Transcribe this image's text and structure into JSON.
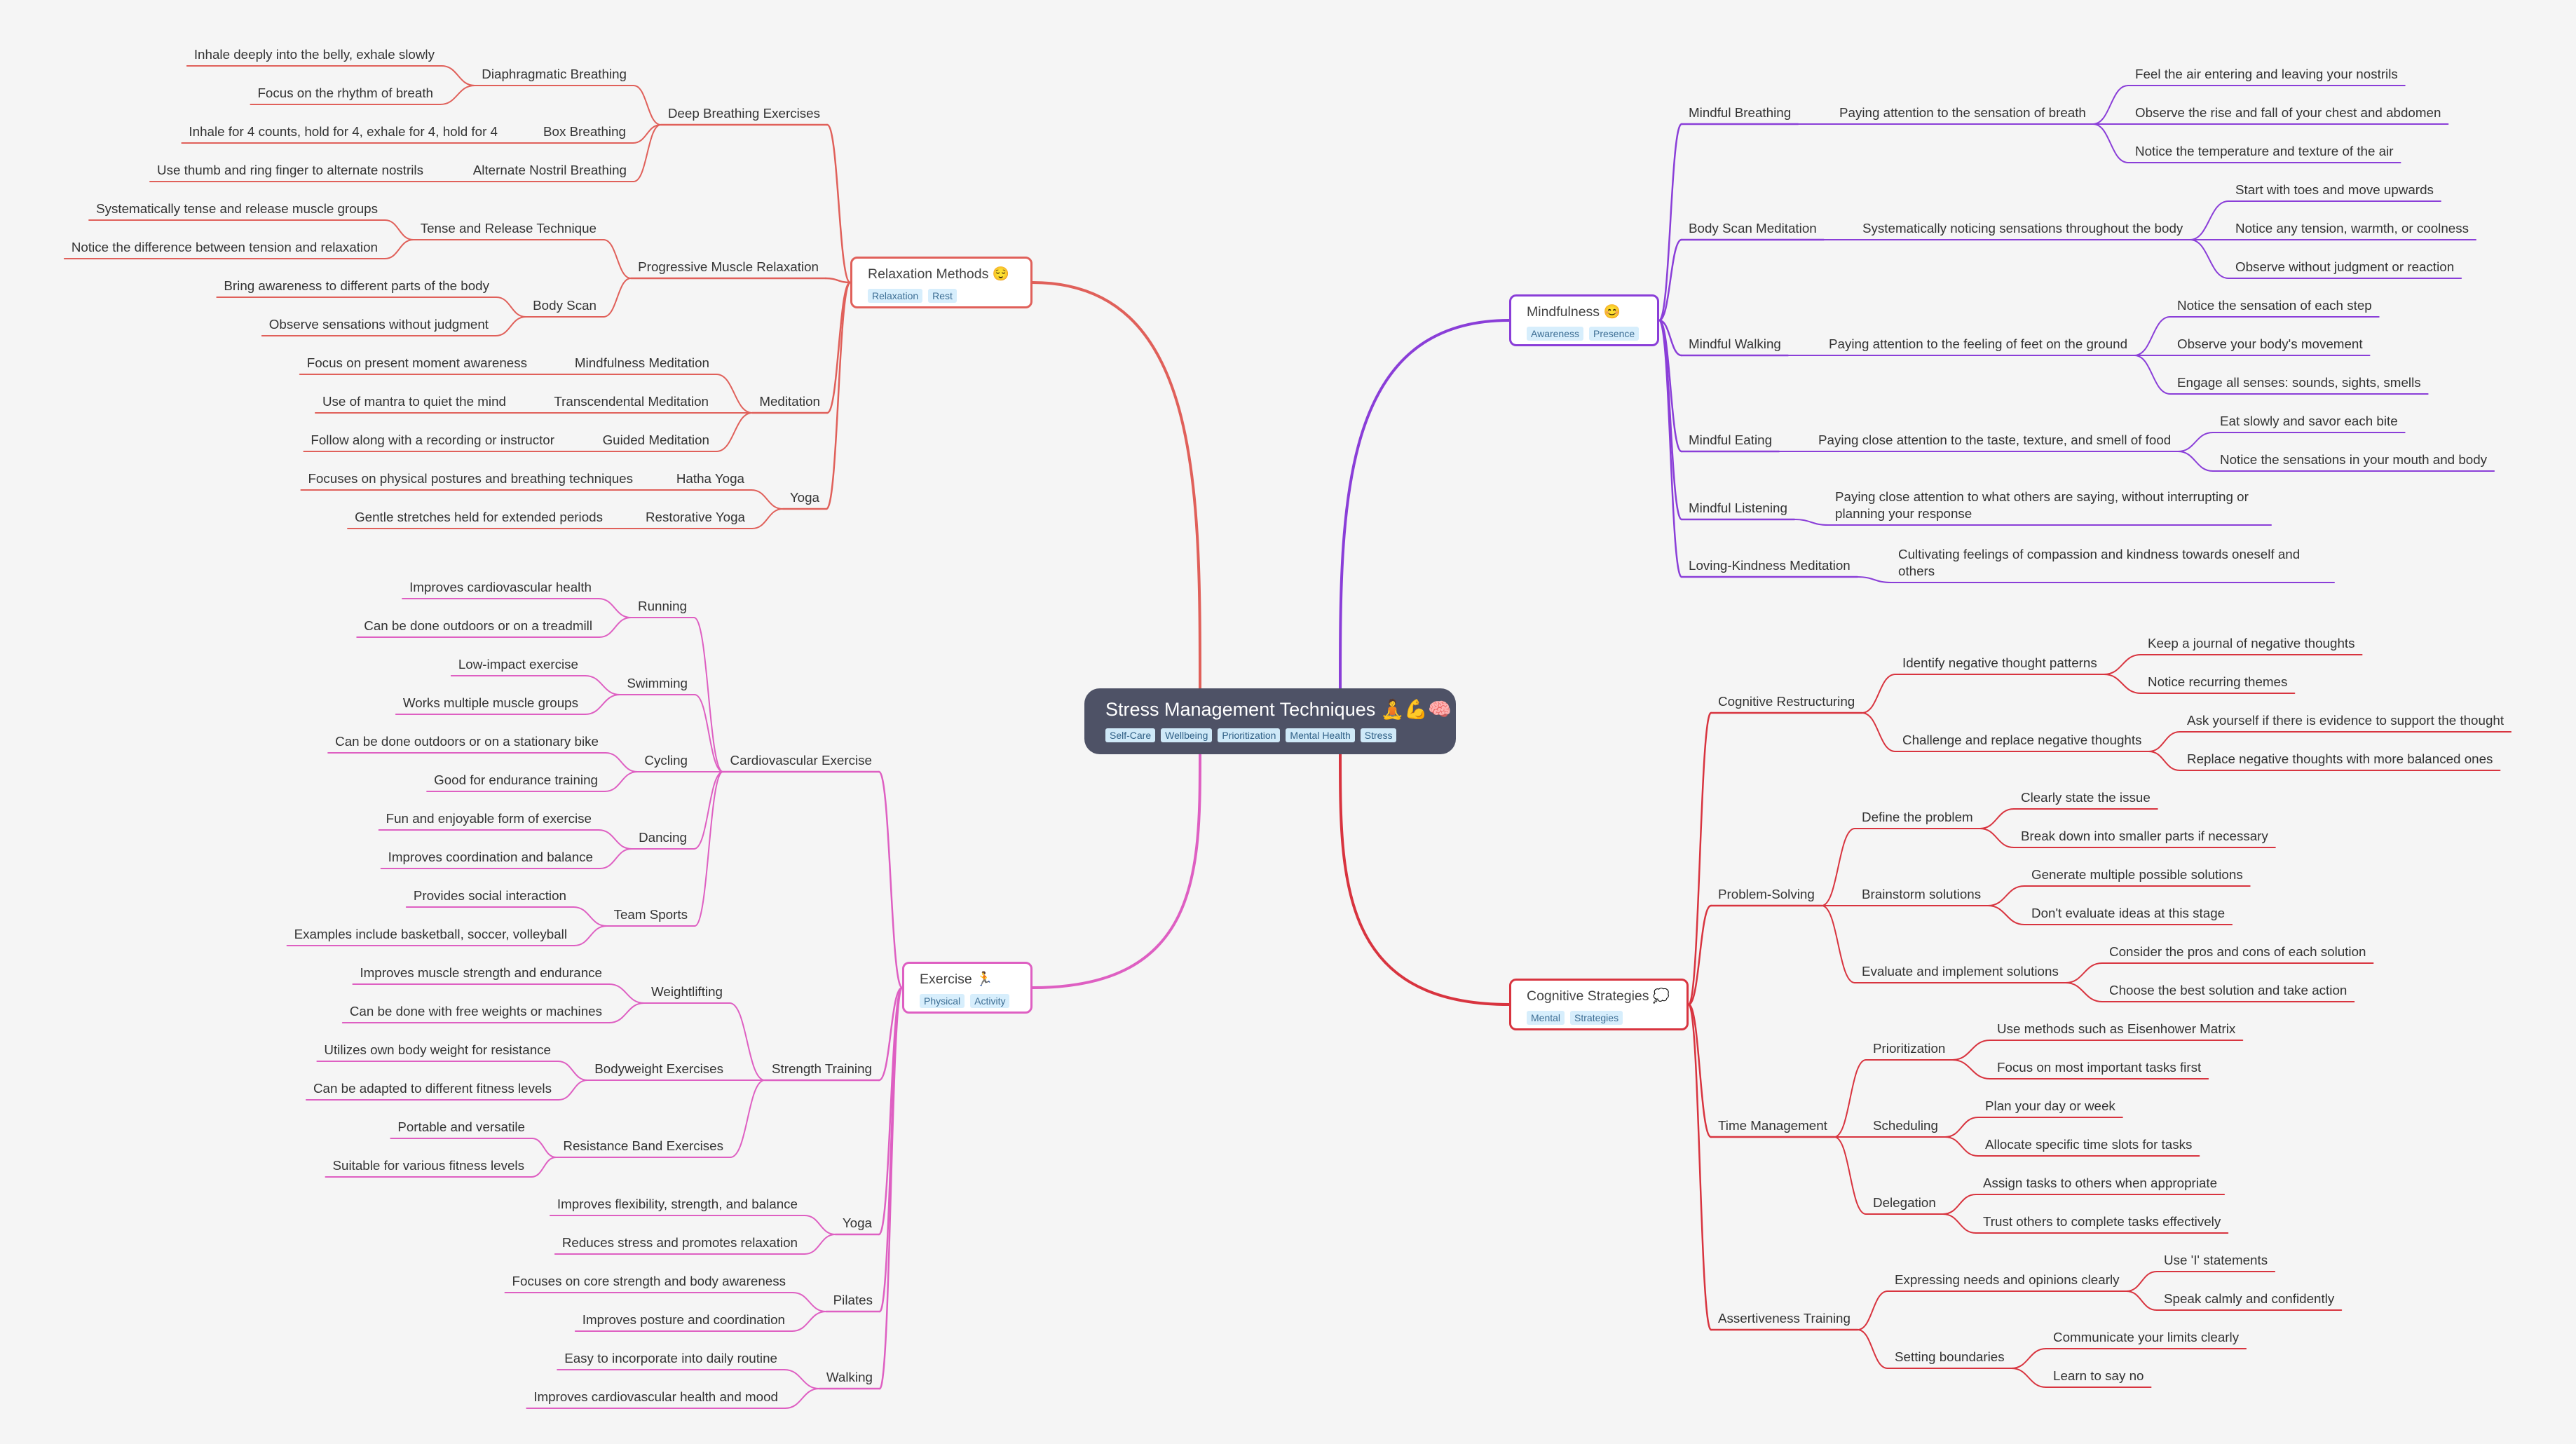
{
  "root": {
    "title": "Stress Management Techniques 🧘💪🧠",
    "tags": [
      "Self-Care",
      "Wellbeing",
      "Prioritization",
      "Mental Health",
      "Stress"
    ]
  },
  "branches": {
    "relaxation": {
      "title": "Relaxation Methods 😌",
      "tags": [
        "Relaxation",
        "Rest"
      ],
      "color": "#e0605a",
      "children": [
        {
          "label": "Deep Breathing Exercises",
          "children": [
            {
              "label": "Diaphragmatic Breathing",
              "children": [
                "Inhale deeply into the belly, exhale slowly",
                "Focus on the rhythm of breath"
              ]
            },
            {
              "label": "Box Breathing",
              "children": [
                "Inhale for 4 counts, hold for 4, exhale for 4, hold for 4"
              ]
            },
            {
              "label": "Alternate Nostril Breathing",
              "children": [
                "Use thumb and ring finger to alternate nostrils"
              ]
            }
          ]
        },
        {
          "label": "Progressive Muscle Relaxation",
          "children": [
            {
              "label": "Tense and Release Technique",
              "children": [
                "Systematically tense and release muscle groups",
                "Notice the difference between tension and relaxation"
              ]
            },
            {
              "label": "Body Scan",
              "children": [
                "Bring awareness to different parts of the body",
                "Observe sensations without judgment"
              ]
            }
          ]
        },
        {
          "label": "Meditation",
          "children": [
            {
              "label": "Mindfulness Meditation",
              "children": [
                "Focus on present moment awareness"
              ]
            },
            {
              "label": "Transcendental Meditation",
              "children": [
                "Use of mantra to quiet the mind"
              ]
            },
            {
              "label": "Guided Meditation",
              "children": [
                "Follow along with a recording or instructor"
              ]
            }
          ]
        },
        {
          "label": "Yoga",
          "children": [
            {
              "label": "Hatha Yoga",
              "children": [
                "Focuses on physical postures and breathing techniques"
              ]
            },
            {
              "label": "Restorative Yoga",
              "children": [
                "Gentle stretches held for extended periods"
              ]
            }
          ]
        }
      ]
    },
    "exercise": {
      "title": "Exercise 🏃",
      "tags": [
        "Physical",
        "Activity"
      ],
      "color": "#de5fc2",
      "children": [
        {
          "label": "Cardiovascular Exercise",
          "children": [
            {
              "label": "Running",
              "children": [
                "Improves cardiovascular health",
                "Can be done outdoors or on a treadmill"
              ]
            },
            {
              "label": "Swimming",
              "children": [
                "Low-impact exercise",
                "Works multiple muscle groups"
              ]
            },
            {
              "label": "Cycling",
              "children": [
                "Can be done outdoors or on a stationary bike",
                "Good for endurance training"
              ]
            },
            {
              "label": "Dancing",
              "children": [
                "Fun and enjoyable form of exercise",
                "Improves coordination and balance"
              ]
            },
            {
              "label": "Team Sports",
              "children": [
                "Provides social interaction",
                "Examples include basketball, soccer, volleyball"
              ]
            }
          ]
        },
        {
          "label": "Strength Training",
          "children": [
            {
              "label": "Weightlifting",
              "children": [
                "Improves muscle strength and endurance",
                "Can be done with free weights or machines"
              ]
            },
            {
              "label": "Bodyweight Exercises",
              "children": [
                "Utilizes own body weight for resistance",
                "Can be adapted to different fitness levels"
              ]
            },
            {
              "label": "Resistance Band Exercises",
              "children": [
                "Portable and versatile",
                "Suitable for various fitness levels"
              ]
            }
          ]
        },
        {
          "label": "Yoga",
          "children": [
            "Improves flexibility, strength, and balance",
            "Reduces stress and promotes relaxation"
          ]
        },
        {
          "label": "Pilates",
          "children": [
            "Focuses on core strength and body awareness",
            "Improves posture and coordination"
          ]
        },
        {
          "label": "Walking",
          "children": [
            "Easy to incorporate into daily routine",
            "Improves cardiovascular health and mood"
          ]
        }
      ]
    },
    "mindfulness": {
      "title": "Mindfulness 😊",
      "tags": [
        "Awareness",
        "Presence"
      ],
      "color": "#8a3ed8",
      "children": [
        {
          "label": "Mindful Breathing",
          "children": [
            {
              "label": "Paying attention to the sensation of breath",
              "children": [
                "Feel the air entering and leaving your nostrils",
                "Observe the rise and fall of your chest and abdomen",
                "Notice the temperature and texture of the air"
              ]
            }
          ]
        },
        {
          "label": "Body Scan Meditation",
          "children": [
            {
              "label": "Systematically noticing sensations throughout the body",
              "children": [
                "Start with toes and move upwards",
                "Notice any tension, warmth, or coolness",
                "Observe without judgment or reaction"
              ]
            }
          ]
        },
        {
          "label": "Mindful Walking",
          "children": [
            {
              "label": "Paying attention to the feeling of feet on the ground",
              "children": [
                "Notice the sensation of each step",
                "Observe your body's movement",
                "Engage all senses: sounds, sights, smells"
              ]
            }
          ]
        },
        {
          "label": "Mindful Eating",
          "children": [
            {
              "label": "Paying close attention to the taste, texture, and smell of food",
              "children": [
                "Eat slowly and savor each bite",
                "Notice the sensations in your mouth and body"
              ]
            }
          ]
        },
        {
          "label": "Mindful Listening",
          "children": [
            "Paying close attention to what others are saying, without interrupting or planning your response"
          ]
        },
        {
          "label": "Loving-Kindness Meditation",
          "children": [
            "Cultivating feelings of compassion and kindness towards oneself and others"
          ]
        }
      ]
    },
    "cognitive": {
      "title": "Cognitive Strategies 💭",
      "tags": [
        "Mental",
        "Strategies"
      ],
      "color": "#d8343f",
      "children": [
        {
          "label": "Cognitive Restructuring",
          "children": [
            {
              "label": "Identify negative thought patterns",
              "children": [
                "Keep a journal of negative thoughts",
                "Notice recurring themes"
              ]
            },
            {
              "label": "Challenge and replace negative thoughts",
              "children": [
                "Ask yourself if there is evidence to support the thought",
                "Replace negative thoughts with more balanced ones"
              ]
            }
          ]
        },
        {
          "label": "Problem-Solving",
          "children": [
            {
              "label": "Define the problem",
              "children": [
                "Clearly state the issue",
                "Break down into smaller parts if necessary"
              ]
            },
            {
              "label": "Brainstorm solutions",
              "children": [
                "Generate multiple possible solutions",
                "Don't evaluate ideas at this stage"
              ]
            },
            {
              "label": "Evaluate and implement solutions",
              "children": [
                "Consider the pros and cons of each solution",
                "Choose the best solution and take action"
              ]
            }
          ]
        },
        {
          "label": "Time Management",
          "children": [
            {
              "label": "Prioritization",
              "children": [
                "Use methods such as Eisenhower Matrix",
                "Focus on most important tasks first"
              ]
            },
            {
              "label": "Scheduling",
              "children": [
                "Plan your day or week",
                "Allocate specific time slots for tasks"
              ]
            },
            {
              "label": "Delegation",
              "children": [
                "Assign tasks to others when appropriate",
                "Trust others to complete tasks effectively"
              ]
            }
          ]
        },
        {
          "label": "Assertiveness Training",
          "children": [
            {
              "label": "Expressing needs and opinions clearly",
              "children": [
                "Use 'I' statements",
                "Speak calmly and confidently"
              ]
            },
            {
              "label": "Setting boundaries",
              "children": [
                "Communicate your limits clearly",
                "Learn to say no"
              ]
            }
          ]
        }
      ]
    }
  }
}
